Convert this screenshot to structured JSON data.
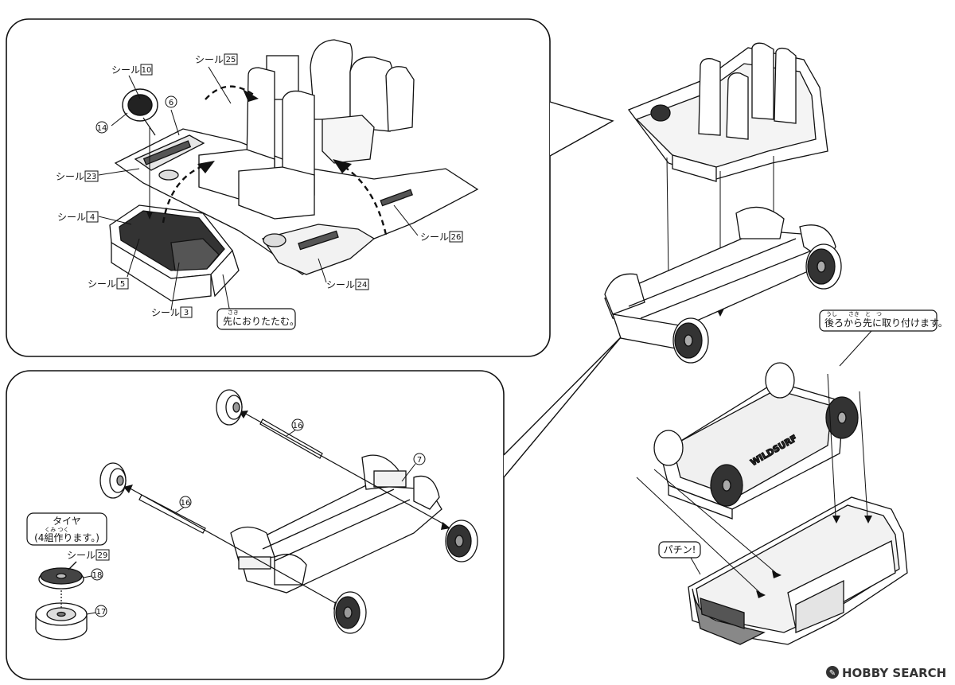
{
  "labels": {
    "seal_10": "シール",
    "seal_10_num": "10",
    "seal_25": "シール",
    "seal_25_num": "25",
    "seal_23": "シール",
    "seal_23_num": "23",
    "seal_4": "シール",
    "seal_4_num": "4",
    "seal_5": "シール",
    "seal_5_num": "5",
    "seal_3": "シール",
    "seal_3_num": "3",
    "seal_26": "シール",
    "seal_26_num": "26",
    "seal_24": "シール",
    "seal_24_num": "24",
    "seal_29": "シール",
    "seal_29_num": "29"
  },
  "part_numbers": {
    "p14": "14",
    "p6": "6",
    "p16a": "16",
    "p16b": "16",
    "p7": "7",
    "p18": "18",
    "p17": "17"
  },
  "callouts": {
    "fold_ruby": "さき",
    "fold_text": "先におりたたむ。",
    "attach_ruby": "うし　　さき　と　つ",
    "attach_text": "後ろから先に取り付けます。",
    "tire_title": "タイヤ",
    "tire_ruby": "くみ つく",
    "tire_text": "(4組作ります。)",
    "snap_text": "パチン!"
  },
  "watermark": {
    "brand": "HOBBY SEARCH"
  },
  "colors": {
    "ink": "#111111",
    "dark_part": "#333333",
    "mid_part": "#888888"
  }
}
